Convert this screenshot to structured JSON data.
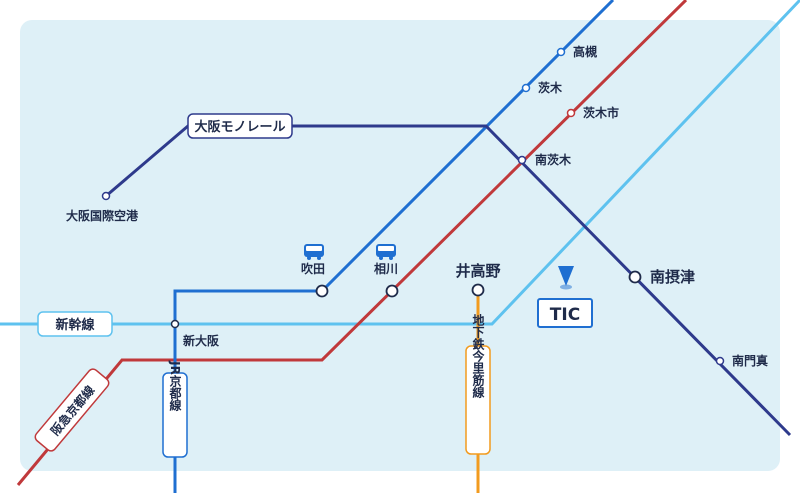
{
  "colors": {
    "background_panel": "#def0f7",
    "monorail": "#2e3a8c",
    "jr_kyoto": "#1f6fd1",
    "hankyu": "#c0393b",
    "shinkansen": "#5ec2ef",
    "imazatosuji": "#f29b1f",
    "station_fill": "#ffffff",
    "text_dark": "#1f2b4a",
    "tic_marker": "#1f6fd1"
  },
  "lines": {
    "monorail": "大阪モノレール",
    "shinkansen": "新幹線",
    "jr_kyoto": "JR京都線",
    "hankyu": "阪急京都線",
    "imazatosuji": "地下鉄今里筋線"
  },
  "stations": {
    "takatsuki": "高槻",
    "ibaraki": "茨木",
    "ibarakishi": "茨木市",
    "minamiibaraki": "南茨木",
    "osaka_airport": "大阪国際空港",
    "suita": "吹田",
    "aikawa": "相川",
    "idakano": "井高野",
    "minamisettsu": "南摂津",
    "shinosaka": "新大阪",
    "minamimon": "南門真"
  },
  "icons": {
    "bus_suita": "bus-icon",
    "bus_aikawa": "bus-icon",
    "tic": "location-pin-icon"
  },
  "tic": {
    "label": "TIC"
  }
}
